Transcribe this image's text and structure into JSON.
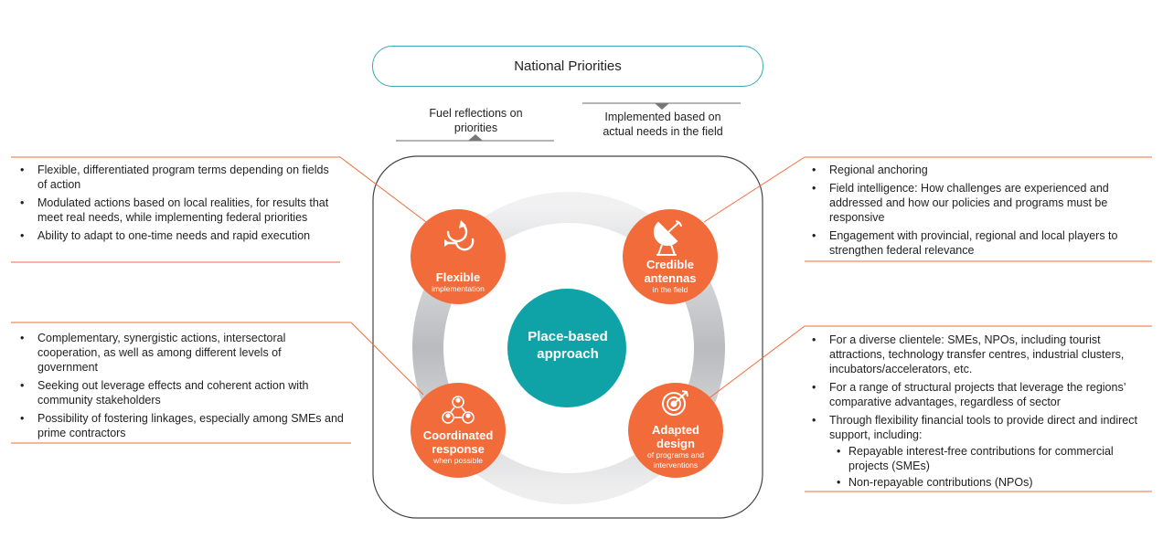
{
  "header": {
    "title": "National Priorities"
  },
  "notes": {
    "left": "Fuel reflections on priorities",
    "right": "Implemented based on actual needs in the field"
  },
  "center": {
    "title": "Place-based approach"
  },
  "circles": [
    {
      "title": "Flexible",
      "subtitle": "implementation"
    },
    {
      "title": "Credible antennas",
      "subtitle": "in the field"
    },
    {
      "title": "Coordinated response",
      "subtitle": "when possible"
    },
    {
      "title": "Adapted design",
      "subtitle": "of programs and interventions"
    }
  ],
  "lists": {
    "top_left": [
      "Flexible, differentiated program terms depending on fields of action",
      "Modulated actions based on local realities, for results that meet real needs, while implementing federal priorities",
      "Ability to adapt to one-time needs and rapid execution"
    ],
    "bottom_left": [
      "Complementary, synergistic actions, intersectoral cooperation, as well as among different levels of government",
      "Seeking out leverage effects and coherent action with community stakeholders",
      "Possibility of fostering linkages, especially among SMEs and prime contractors"
    ],
    "top_right": [
      "Regional anchoring",
      "Field intelligence: How challenges are experienced and addressed and how our policies and programs must be responsive",
      "Engagement with provincial, regional and local players to strengthen federal relevance"
    ],
    "bottom_right": [
      "For a diverse clientele: SMEs, NPOs, including tourist attractions, technology transfer centres, industrial clusters, incubators/accelerators, etc.",
      "For a range of structural projects that leverage the regions’ comparative advantages, regardless of sector",
      "Through flexibility financial tools to provide direct and indirect support, including:"
    ],
    "bottom_right_sub": [
      "Repayable interest-free contributions for commercial projects (SMEs)",
      "Non-repayable contributions (NPOs)"
    ]
  },
  "colors": {
    "orange": "#f26b3a",
    "teal": "#0fa3a8",
    "ring": "#c9cacc",
    "outline": "#333333"
  },
  "icons": [
    "cycle-arrow-icon",
    "satellite-dish-icon",
    "people-network-icon",
    "target-icon"
  ]
}
